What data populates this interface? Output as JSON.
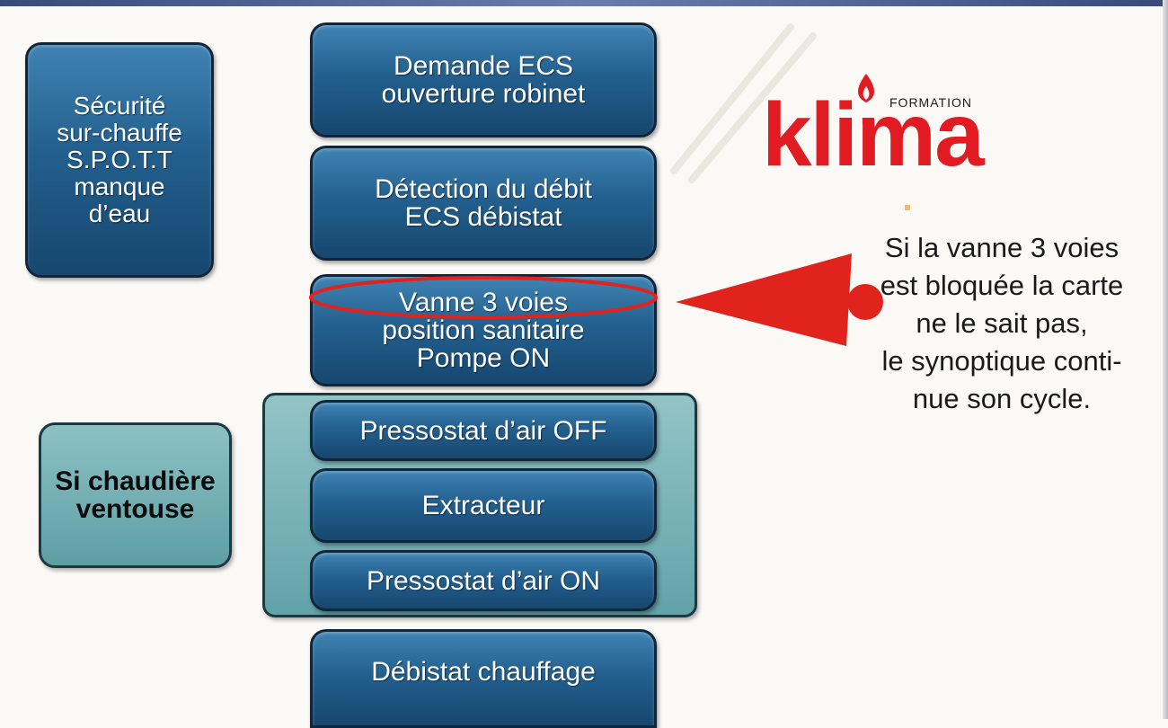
{
  "flow_boxes": [
    {
      "lines": [
        "Demande ECS",
        "ouverture robinet"
      ]
    },
    {
      "lines": [
        "Détection du débit",
        "ECS débistat"
      ]
    },
    {
      "lines": [
        "Vanne 3 voies",
        "position sanitaire",
        "Pompe ON"
      ]
    },
    {
      "lines": [
        "Pressostat d’air OFF"
      ]
    },
    {
      "lines": [
        "Extracteur"
      ]
    },
    {
      "lines": [
        "Pressostat d’air ON"
      ]
    },
    {
      "lines": [
        "Débistat chauffage"
      ]
    }
  ],
  "safety_box": {
    "lines": [
      "Sécurité",
      "sur-chauffe",
      "S.P.O.T.T",
      "manque",
      "d’eau"
    ]
  },
  "condition_box": {
    "lines": [
      "Si chaudière",
      "ventouse"
    ]
  },
  "note": {
    "lines": [
      "Si la vanne 3 voies",
      "est bloquée la carte",
      "ne le sait pas,",
      "le synoptique conti-",
      "nue son cycle."
    ]
  },
  "logo": {
    "word": "klima",
    "subtitle": "FORMATION"
  },
  "colors": {
    "box_blue": "#1f5a88",
    "box_teal": "#7ab5b9",
    "highlight_red": "#e0231c",
    "logo_red": "#e21b22"
  }
}
